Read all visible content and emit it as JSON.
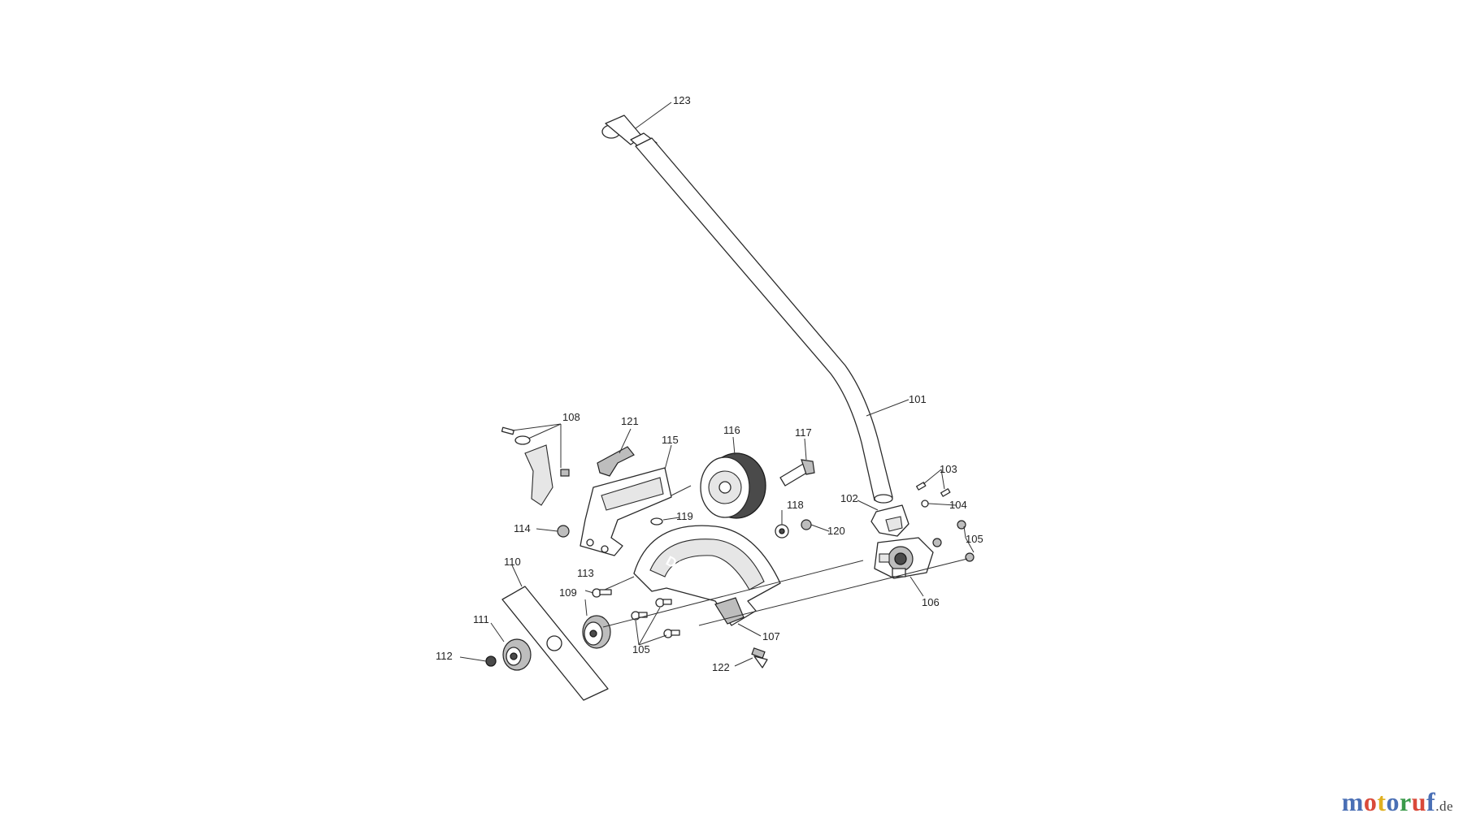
{
  "diagram": {
    "callouts": {
      "p101": "101",
      "p102": "102",
      "p103": "103",
      "p104": "104",
      "p105a": "105",
      "p105b": "105",
      "p106": "106",
      "p107": "107",
      "p108": "108",
      "p109": "109",
      "p110": "110",
      "p111": "111",
      "p112": "112",
      "p113": "113",
      "p114": "114",
      "p115": "115",
      "p116": "116",
      "p117": "117",
      "p118": "118",
      "p119": "119",
      "p120": "120",
      "p121": "121",
      "p122": "122",
      "p123": "123"
    },
    "guard_brand": "DEWALT"
  },
  "watermark": {
    "letters": [
      "m",
      "o",
      "t",
      "o",
      "r",
      "u",
      "f"
    ],
    "letter_colors": [
      "#4a6fb5",
      "#d94a3a",
      "#e0b020",
      "#4a6fb5",
      "#3a9a4a",
      "#d94a3a",
      "#4a6fb5"
    ],
    "tld": ".de"
  },
  "colors": {
    "line": "#2a2a2a",
    "background": "#ffffff"
  }
}
